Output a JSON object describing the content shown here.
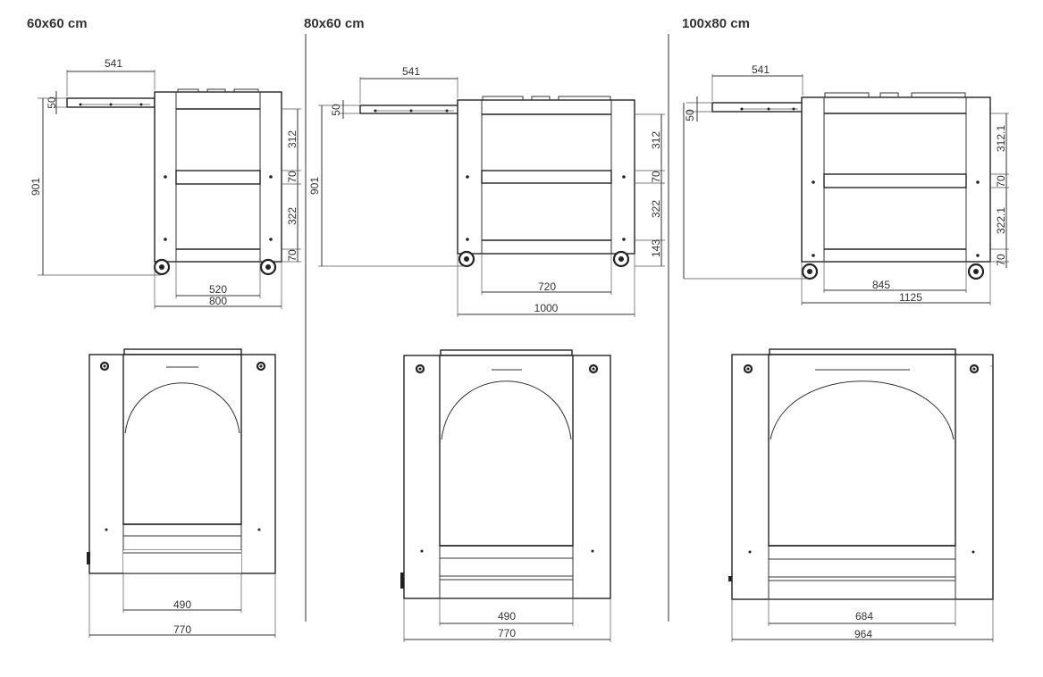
{
  "panels": [
    {
      "title": "60x60 cm",
      "side": {
        "d_541": "541",
        "d_50": "50",
        "d_901": "901",
        "d_312": "312",
        "d_70a": "70",
        "d_322": "322",
        "d_70b": "70",
        "d_520": "520",
        "d_800": "800"
      },
      "front": {
        "d_inner": "490",
        "d_outer": "770"
      }
    },
    {
      "title": "80x60 cm",
      "side": {
        "d_541": "541",
        "d_50": "50",
        "d_901": "901",
        "d_312": "312",
        "d_70a": "70",
        "d_322": "322",
        "d_143": "143",
        "d_720": "720",
        "d_1000": "1000"
      },
      "front": {
        "d_inner": "490",
        "d_outer": "770"
      }
    },
    {
      "title": "100x80 cm",
      "side": {
        "d_541": "541",
        "d_50": "50",
        "d_312": "312.1",
        "d_70a": "70",
        "d_322": "322.1",
        "d_70b": "70",
        "d_845": "845",
        "d_1125": "1125"
      },
      "front": {
        "d_inner": "684",
        "d_outer": "964"
      }
    }
  ]
}
